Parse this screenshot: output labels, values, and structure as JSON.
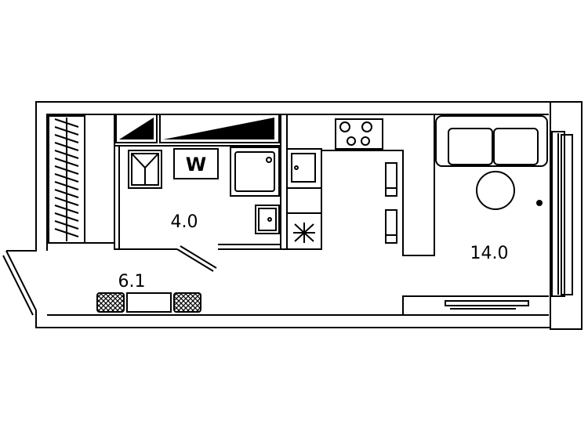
{
  "floor_plan": {
    "rooms": [
      {
        "id": "bathroom",
        "area": "4.0"
      },
      {
        "id": "hallway",
        "area": "6.1"
      },
      {
        "id": "living",
        "area": "14.0"
      }
    ],
    "washer_label": "W"
  }
}
